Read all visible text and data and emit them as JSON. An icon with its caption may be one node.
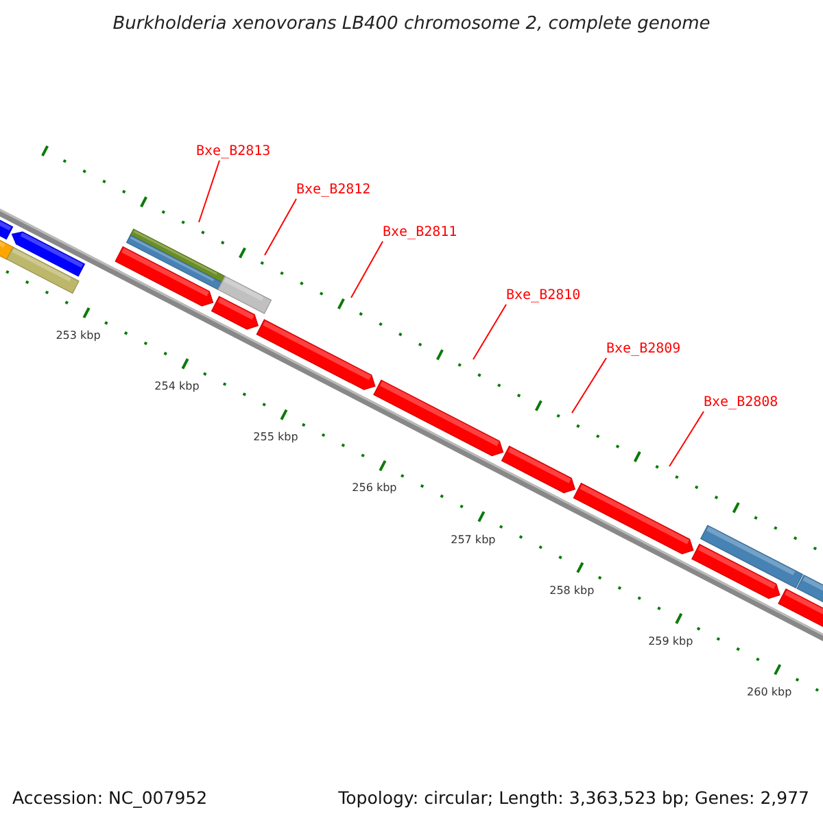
{
  "diagram": {
    "title": "Burkholderia xenovorans LB400 chromosome 2, complete genome",
    "nodes": [
      {
        "text": [
          "Bxe_B2813"
        ]
      },
      {
        "text": [
          "Bxe_B2812"
        ]
      },
      {
        "text": [
          "Bxe_B2811"
        ]
      },
      {
        "text": [
          "Bxe_B2810"
        ]
      },
      {
        "text": [
          "Bxe_B2809"
        ]
      },
      {
        "text": [
          "Bxe_B2808"
        ]
      }
    ],
    "edges": [
      {
        "from": 0,
        "to": null,
        "arrow": "none",
        "color": "#ff0000"
      },
      {
        "from": 1,
        "to": null,
        "arrow": "none",
        "color": "#ff0000"
      },
      {
        "from": 2,
        "to": null,
        "arrow": "none",
        "color": "#ff0000"
      },
      {
        "from": 3,
        "to": null,
        "arrow": "none",
        "color": "#ff0000"
      },
      {
        "from": 4,
        "to": null,
        "arrow": "none",
        "color": "#ff0000"
      },
      {
        "from": 5,
        "to": null,
        "arrow": "none",
        "color": "#ff0000"
      }
    ],
    "labels": [
      "253 kbp",
      "254 kbp",
      "255 kbp",
      "256 kbp",
      "257 kbp",
      "258 kbp",
      "259 kbp",
      "260 kbp",
      "Accession: NC_007952",
      "Topology: circular; Length: 3,363,523 bp; Genes: 2,977"
    ]
  }
}
